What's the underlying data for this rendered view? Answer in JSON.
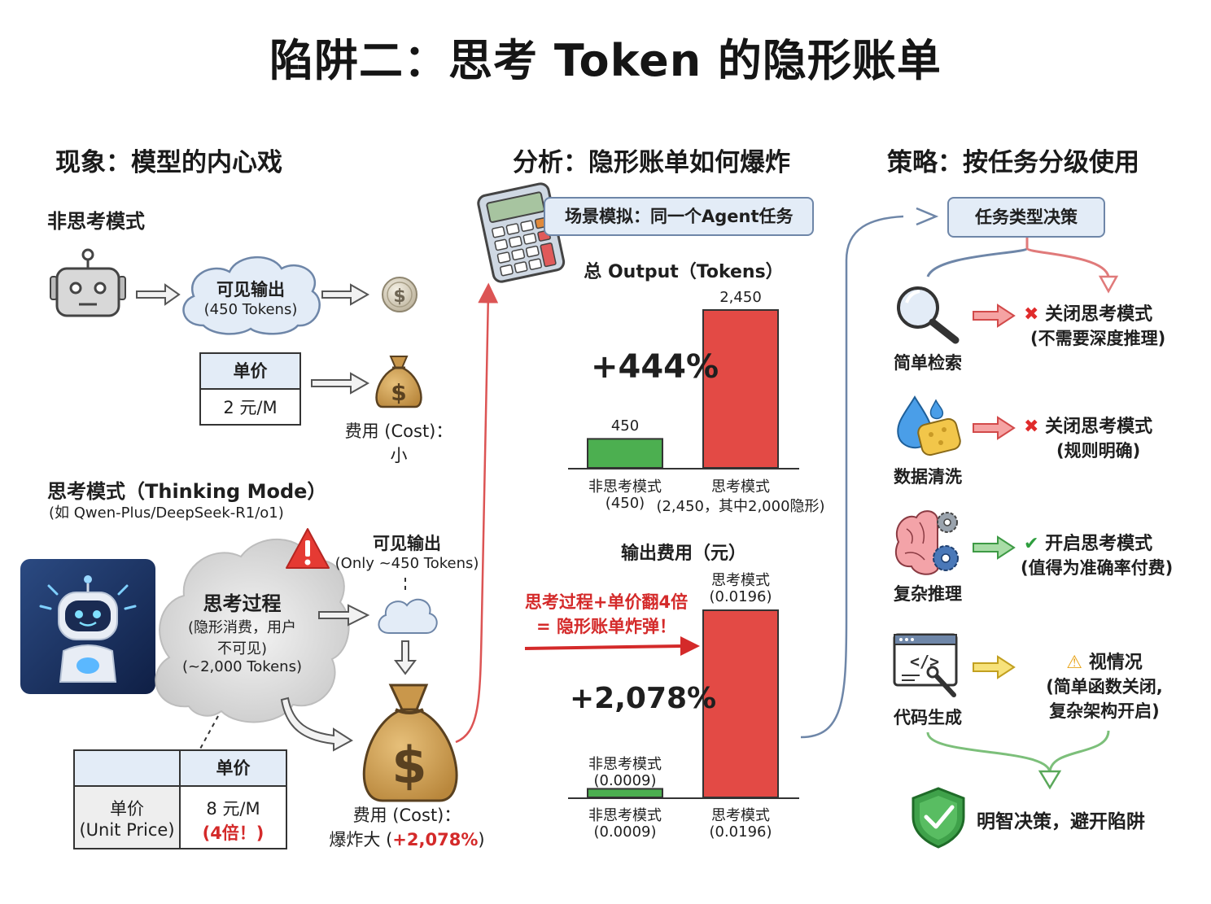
{
  "title": "陷阱二：思考 Token 的隐形账单",
  "col1": {
    "heading": "现象：模型的内心戏",
    "nonthinking": {
      "label": "非思考模式",
      "cloud_line1": "可见输出",
      "cloud_line2": "(450 Tokens)",
      "price_header": "单价",
      "price_value": "2 元/M",
      "cost_line1": "费用 (Cost)：",
      "cost_line2": "小"
    },
    "thinking": {
      "label": "思考模式（Thinking Mode）",
      "sublabel": "(如 Qwen-Plus/DeepSeek-R1/o1)",
      "process_line1": "思考过程",
      "process_line2": "(隐形消费，用户",
      "process_line3": "不可见)",
      "process_line4": "(~2,000 Tokens)",
      "visible_line1": "可见输出",
      "visible_line2": "(Only ~450 Tokens)",
      "table_header": "单价",
      "table_left1": "单价",
      "table_left2": "(Unit Price)",
      "table_right1": "8 元/M",
      "table_right2": "(4倍！)",
      "cost_line1": "费用 (Cost)：",
      "cost_line2a": "爆炸大 (",
      "cost_line2b": "+2,078%",
      "cost_line2c": ")"
    }
  },
  "col2": {
    "heading": "分析：隐形账单如何爆炸",
    "scenario": "场景模拟：同一个Agent任务",
    "chart1_title": "总 Output（Tokens）",
    "chart1_pct": "+444%",
    "chart2_title": "输出费用（元）",
    "chart2_pct": "+2,078%",
    "warning_line1": "思考过程+单价翻4倍",
    "warning_line2": "= 隐形账单炸弹！"
  },
  "chart_data": [
    {
      "type": "bar",
      "title": "总 Output（Tokens）",
      "categories": [
        "非思考模式",
        "思考模式"
      ],
      "category_notes": [
        "(450)",
        "(2,450，其中2,000隐形)"
      ],
      "values": [
        450,
        2450
      ],
      "value_labels": [
        "450",
        "2,450"
      ],
      "colors": [
        "#4caf50",
        "#e34a45"
      ],
      "annotation": "+444%"
    },
    {
      "type": "bar",
      "title": "输出费用（元）",
      "categories": [
        "非思考模式",
        "思考模式"
      ],
      "category_notes": [
        "(0.0009)",
        "(0.0196)"
      ],
      "values": [
        0.0009,
        0.0196
      ],
      "value_labels": [
        "非思考模式\n(0.0009)",
        "思考模式\n(0.0196)"
      ],
      "colors": [
        "#4caf50",
        "#e34a45"
      ],
      "annotation": "+2,078%"
    }
  ],
  "col3": {
    "heading": "策略：按任务分级使用",
    "decision": "任务类型决策",
    "items": [
      {
        "task": "简单检索",
        "icon": "magnifier-icon",
        "mark": "✖",
        "mark_color": "#e02b2b",
        "line1": "关闭思考模式",
        "line2": "(不需要深度推理)"
      },
      {
        "task": "数据清洗",
        "icon": "water-sponge-icon",
        "mark": "✖",
        "mark_color": "#e02b2b",
        "line1": "关闭思考模式",
        "line2": "(规则明确)"
      },
      {
        "task": "复杂推理",
        "icon": "brain-gears-icon",
        "mark": "✔",
        "mark_color": "#2e9e3e",
        "line1": "开启思考模式",
        "line2": "(值得为准确率付费)"
      },
      {
        "task": "代码生成",
        "icon": "code-window-icon",
        "mark": "⚠",
        "mark_color": "#e8a317",
        "line1": "视情况",
        "line2": "(简单函数关闭,",
        "line3": "复杂架构开启)"
      }
    ],
    "conclusion": "明智决策，避开陷阱"
  }
}
